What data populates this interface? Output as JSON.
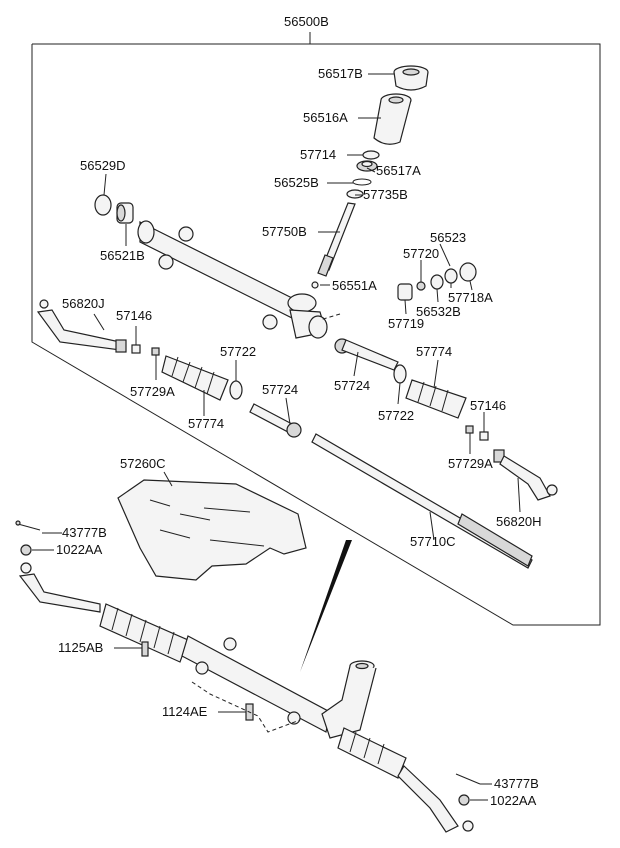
{
  "labels": {
    "assembly": "56500B",
    "p56517B": "56517B",
    "p56516A": "56516A",
    "p57714": "57714",
    "p56517A": "56517A",
    "p56525B": "56525B",
    "p57735B": "57735B",
    "p56529D": "56529D",
    "p56521B": "56521B",
    "p57750B": "57750B",
    "p56523": "56523",
    "p57720": "57720",
    "p57718A": "57718A",
    "p56551A": "56551A",
    "p56532B": "56532B",
    "p57719": "57719",
    "p56820J": "56820J",
    "p57146_l": "57146",
    "p57729A_l": "57729A",
    "p57722_l": "57722",
    "p57774_l": "57774",
    "p57724_l": "57724",
    "p57724_r": "57724",
    "p57774_r": "57774",
    "p57722_r": "57722",
    "p57146_r": "57146",
    "p57729A_r": "57729A",
    "p56820H": "56820H",
    "p57260C": "57260C",
    "p57710C": "57710C",
    "p43777B_l": "43777B",
    "p1022AA_l": "1022AA",
    "p1125AB": "1125AB",
    "p1124AE": "1124AE",
    "p43777B_r": "43777B",
    "p1022AA_r": "1022AA"
  }
}
